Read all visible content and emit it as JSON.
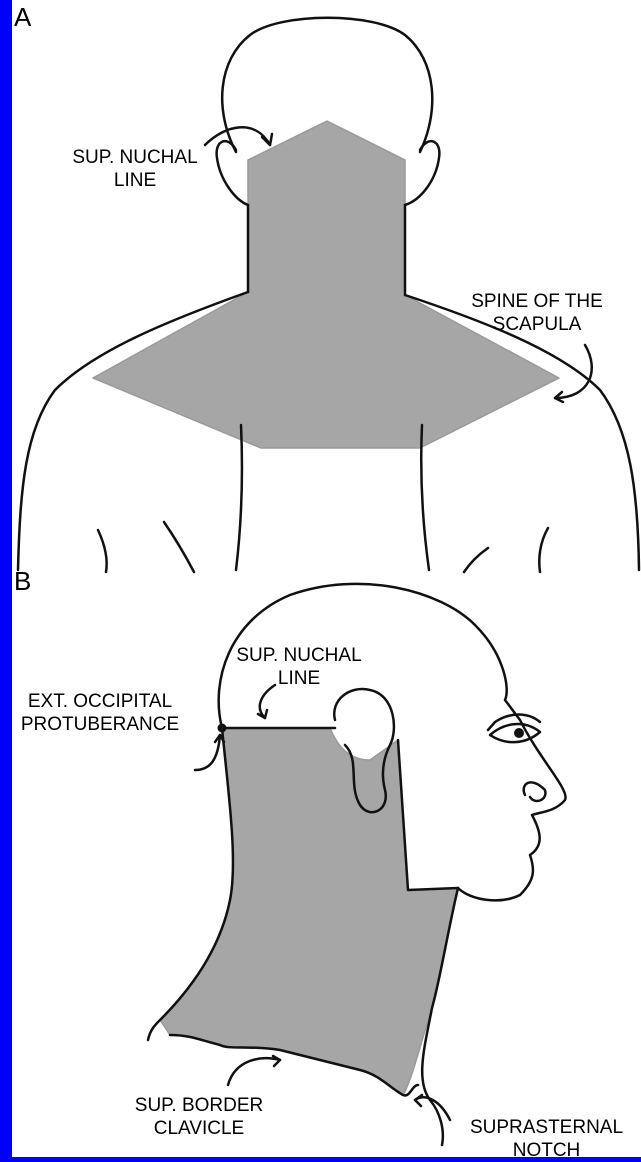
{
  "colors": {
    "background": "#0000ff",
    "canvas": "#ffffff",
    "shade": "#a6a6a6",
    "outline": "#111111"
  },
  "panels": [
    {
      "letter": "A",
      "labels": {
        "sup_nuchal_line": [
          "SUP. NUCHAL",
          "LINE"
        ],
        "spine_of_scapula": [
          "SPINE OF THE",
          "SCAPULA"
        ]
      }
    },
    {
      "letter": "B",
      "labels": {
        "sup_nuchal_line": [
          "SUP. NUCHAL",
          "LINE"
        ],
        "ext_occipital_protuberance": [
          "EXT. OCCIPITAL",
          "PROTUBERANCE"
        ],
        "sup_border_clavicle": [
          "SUP. BORDER",
          "CLAVICLE"
        ],
        "suprasternal_notch": [
          "SUPRASTERNAL",
          "NOTCH"
        ]
      }
    }
  ]
}
